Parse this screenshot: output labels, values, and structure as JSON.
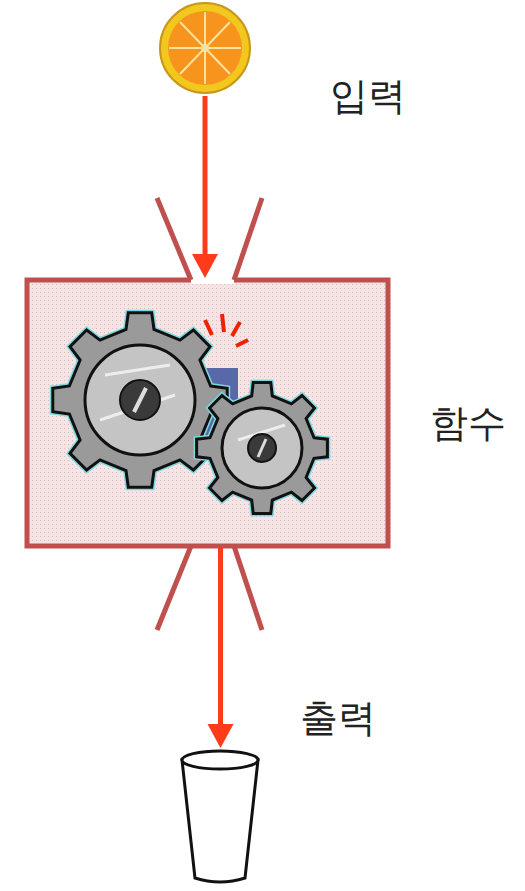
{
  "diagram": {
    "nodes": [
      {
        "text": [
          "입력"
        ]
      },
      {
        "text": [
          "함수"
        ]
      },
      {
        "text": [
          "출력"
        ]
      }
    ],
    "edges": [
      {
        "from": 0,
        "to": 1,
        "arrow": "to"
      },
      {
        "from": 1,
        "to": 2,
        "arrow": "to"
      }
    ]
  }
}
